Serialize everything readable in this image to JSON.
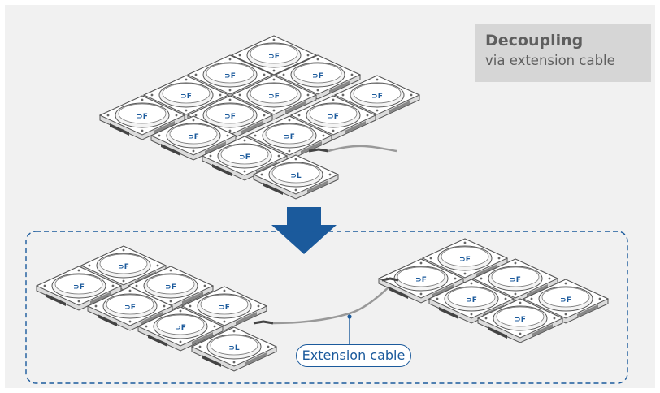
{
  "title": {
    "main": "Decoupling",
    "sub": "via extension cable"
  },
  "callout": {
    "label": "Extension cable"
  },
  "module_labels": {
    "follower": "F",
    "leader": "L"
  },
  "colors": {
    "primary_blue": "#1b5a9c",
    "module_body": "#ffffff",
    "module_outline": "#555555",
    "panel_bg": "#f1f1f1",
    "title_bg": "#d6d6d6"
  },
  "icons": {
    "arrow": "down-arrow-icon",
    "link": "link-symbol-icon"
  }
}
